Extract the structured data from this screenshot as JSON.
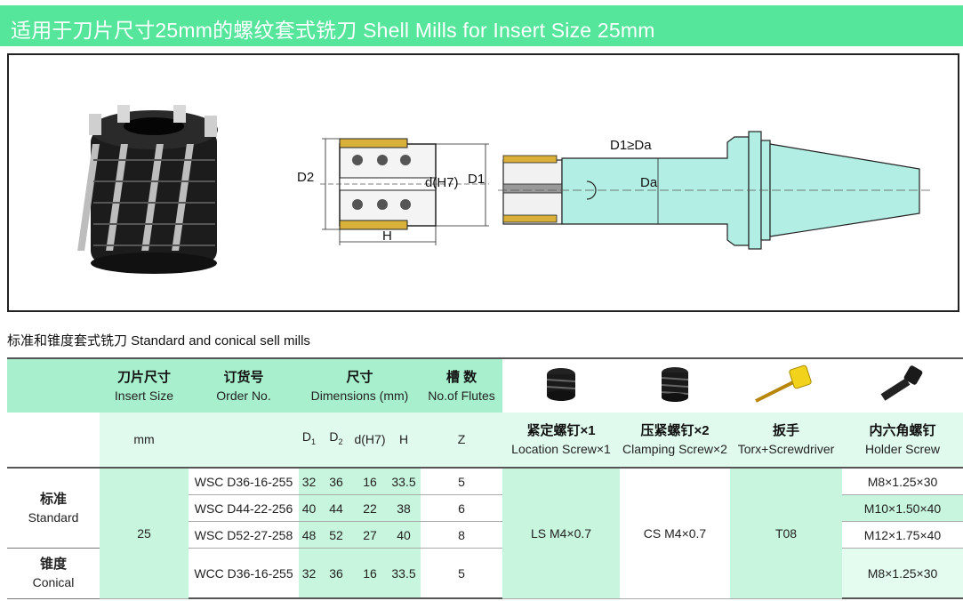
{
  "header": {
    "title": "适用于刀片尺寸25mm的螺纹套式铣刀    Shell  Mills  for  Insert  Size  25mm",
    "subtitle": "标准和锥度套式铣刀  Standard and  conical  sell  mills"
  },
  "drawing": {
    "label_d2": "D2",
    "label_dh7": "d(H7)",
    "label_d1": "D1",
    "label_h": "H",
    "label_d1_ge_da": "D1≥Da",
    "label_da": "Da"
  },
  "table": {
    "headers": {
      "insert_size_cn": "刀片尺寸",
      "insert_size_en": "Insert Size",
      "order_no_cn": "订货号",
      "order_no_en": "Order No.",
      "dimensions_cn": "尺寸",
      "dimensions_en": "Dimensions (mm)",
      "flutes_cn": "槽 数",
      "flutes_en": "No.of Flutes",
      "location_screw_cn": "紧定螺钉×1",
      "location_screw_en": "Location Screw×1",
      "clamping_screw_cn": "压紧螺钉×2",
      "clamping_screw_en": "Clamping Screw×2",
      "torx_cn": "扳手",
      "torx_en": "Torx+Screwdriver",
      "holder_cn": "内六角螺钉",
      "holder_en": "Holder Screw"
    },
    "units": {
      "mm": "mm",
      "d1": "D",
      "d1_sub": "1",
      "d2": "D",
      "d2_sub": "2",
      "dh7": "d(H7)",
      "h": "H",
      "z": "Z"
    },
    "groups": {
      "standard_cn": "标准",
      "standard_en": "Standard",
      "conical_cn": "锥度",
      "conical_en": "Conical"
    },
    "insert_size": "25",
    "rows": [
      {
        "order": "WSC D36-16-255",
        "d1": "32",
        "d2": "36",
        "d": "16",
        "h": "33.5",
        "z": "5",
        "holder": "M8×1.25×30"
      },
      {
        "order": "WSC D44-22-256",
        "d1": "40",
        "d2": "44",
        "d": "22",
        "h": "38",
        "z": "6",
        "holder": "M10×1.50×40"
      },
      {
        "order": "WSC D52-27-258",
        "d1": "48",
        "d2": "52",
        "d": "27",
        "h": "40",
        "z": "8",
        "holder": "M12×1.75×40"
      },
      {
        "order": "WCC D36-16-255",
        "d1": "32",
        "d2": "36",
        "d": "16",
        "h": "33.5",
        "z": "5",
        "holder": "M8×1.25×30"
      }
    ],
    "location_screw": "LS M4×0.7",
    "clamping_screw": "CS M4×0.7",
    "torx": "T08"
  }
}
